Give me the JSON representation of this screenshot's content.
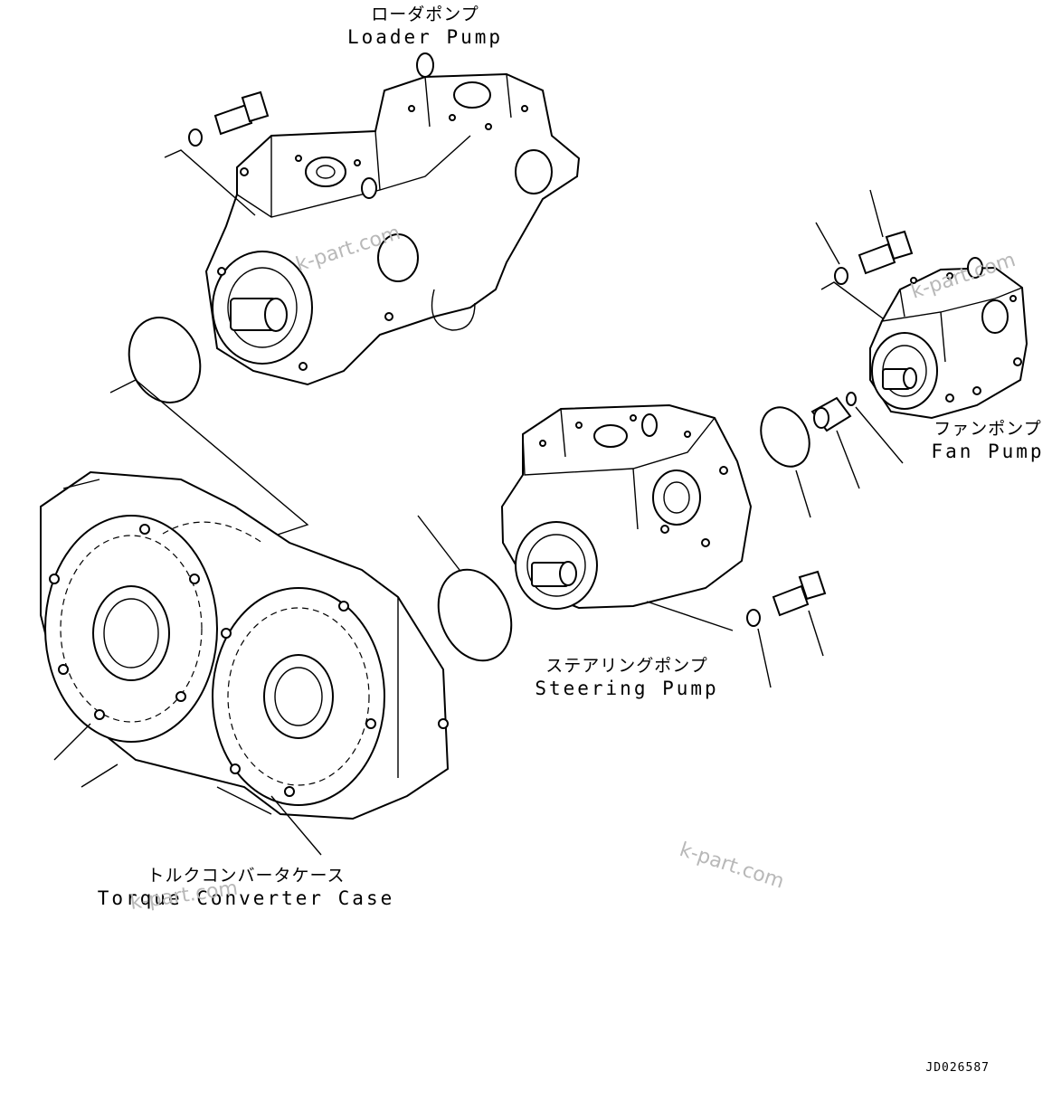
{
  "labels": {
    "loader_pump_jp": "ローダポンプ",
    "loader_pump_en": "Loader Pump",
    "fan_pump_jp": "ファンポンプ",
    "fan_pump_en": "Fan Pump",
    "steering_pump_jp": "ステアリングポンプ",
    "steering_pump_en": "Steering Pump",
    "torque_converter_jp": "トルクコンバータケース",
    "torque_converter_en": "Torque Converter Case"
  },
  "watermarks": [
    "k-part.com",
    "k-part.com",
    "k-part.com",
    "k-part.com"
  ],
  "drawing_code": "JD026587"
}
